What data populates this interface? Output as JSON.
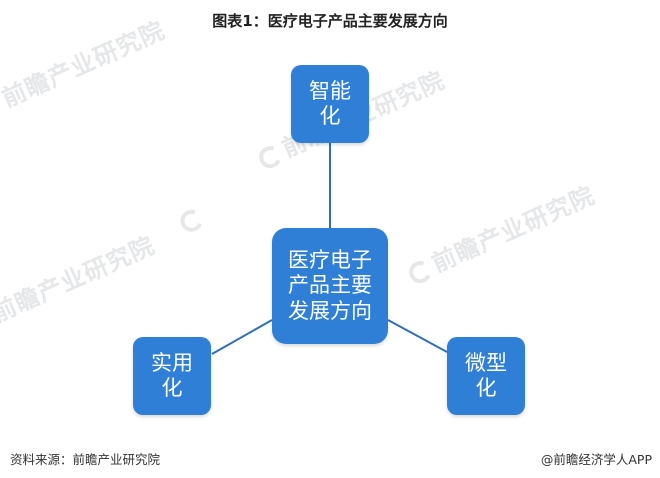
{
  "title": "图表1：医疗电子产品主要发展方向",
  "watermark": "前瞻产业研究院",
  "nodes": {
    "center": "医疗电子产品主要发展方向",
    "top": "智能化",
    "left": "实用化",
    "right": "微型化"
  },
  "footer": {
    "source": "资料来源：前瞻产业研究院",
    "brand": "@前瞻经济学人APP"
  },
  "colors": {
    "node_fill": "#2f7fd6",
    "connector": "#2f6fb8"
  }
}
